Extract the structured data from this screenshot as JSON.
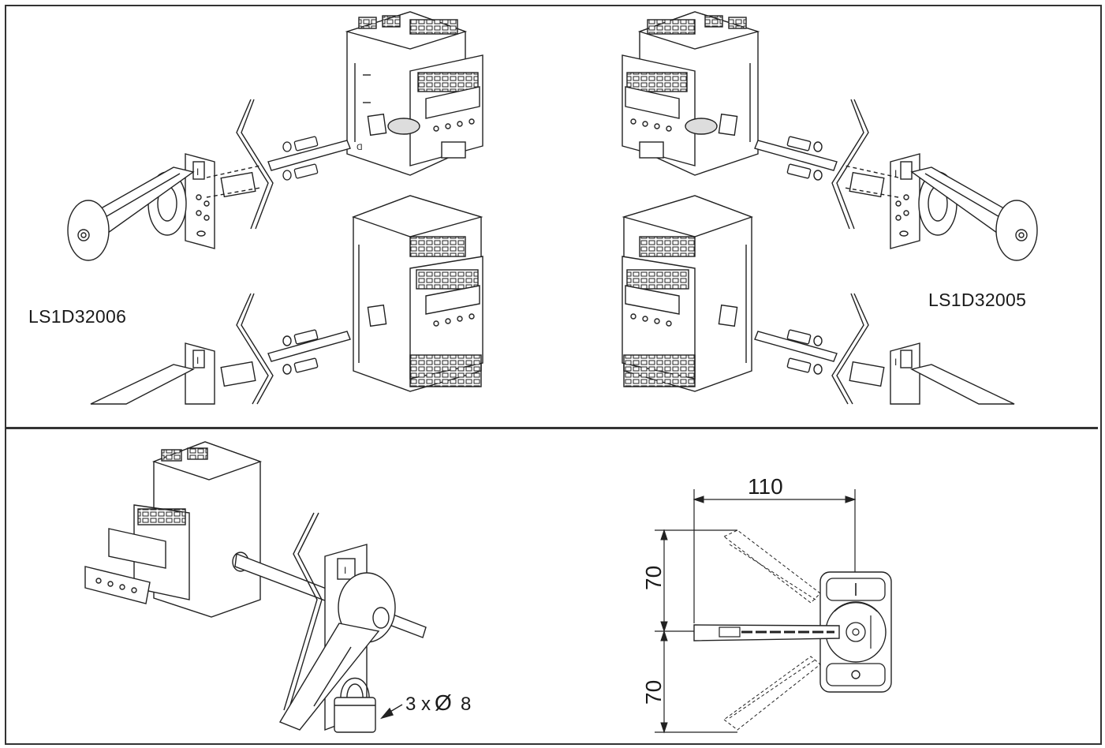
{
  "labels": {
    "left_ref": "LS1D32006",
    "right_ref": "LS1D32005",
    "padlock_spec": "3 x",
    "padlock_symbol": "Ø",
    "padlock_diameter": "8",
    "handle_position_marker": "I"
  },
  "dimensions": {
    "width": "110",
    "height_upper": "70",
    "height_lower": "70"
  }
}
